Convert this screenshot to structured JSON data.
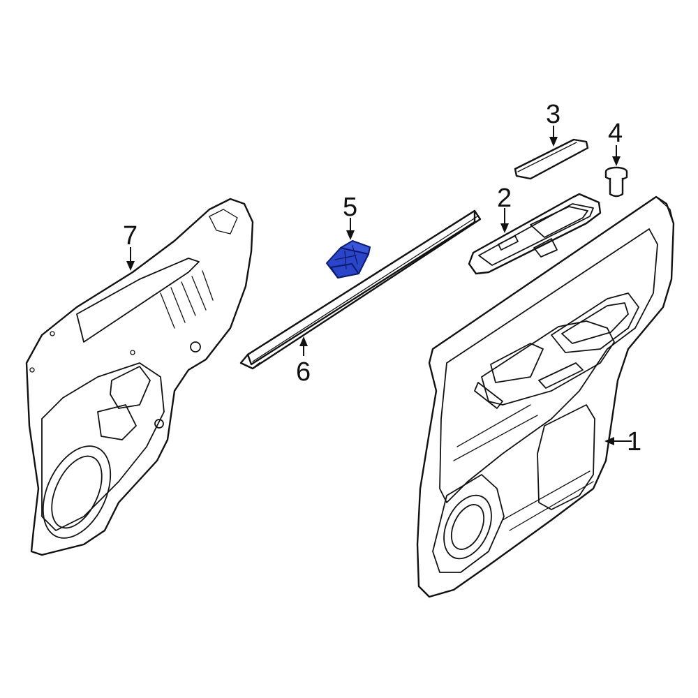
{
  "callouts": [
    {
      "id": "1",
      "label": "1"
    },
    {
      "id": "2",
      "label": "2"
    },
    {
      "id": "3",
      "label": "3"
    },
    {
      "id": "4",
      "label": "4"
    },
    {
      "id": "5",
      "label": "5"
    },
    {
      "id": "6",
      "label": "6"
    },
    {
      "id": "7",
      "label": "7"
    }
  ],
  "colors": {
    "highlight_fill": "#2b45c9",
    "highlight_stroke": "#0b1a6e",
    "line": "#111111",
    "background": "#ffffff"
  },
  "highlighted_part": "5"
}
